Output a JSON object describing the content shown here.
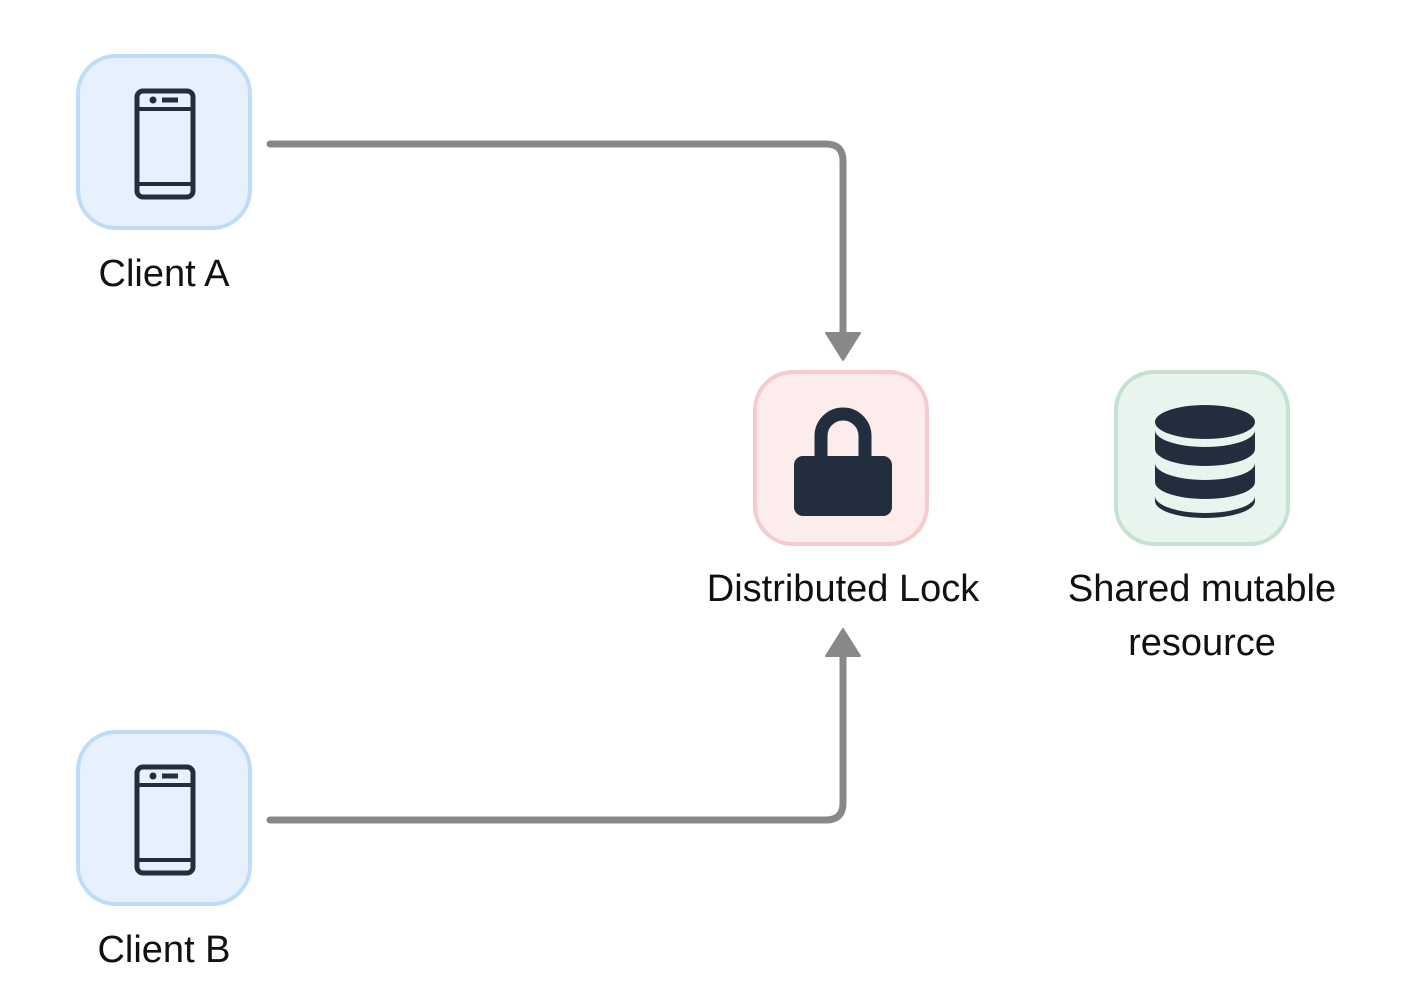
{
  "nodes": {
    "client_a": {
      "label": "Client A",
      "icon": "smartphone-icon",
      "fill": "#e6f1fd",
      "border": "#bcdcf8"
    },
    "client_b": {
      "label": "Client B",
      "icon": "smartphone-icon",
      "fill": "#e6f1fd",
      "border": "#bcdcf8"
    },
    "lock": {
      "label": "Distributed Lock",
      "icon": "lock-icon",
      "fill": "#fcecec",
      "border": "#f4cccc"
    },
    "resource": {
      "label": "Shared mutable\nresource",
      "icon": "database-icon",
      "fill": "#e8f4ee",
      "border": "#c3e2d1"
    }
  },
  "edges": [
    {
      "from": "Client A",
      "to": "Distributed Lock"
    },
    {
      "from": "Client B",
      "to": "Distributed Lock"
    }
  ],
  "colors": {
    "edge": "#888888",
    "icon": "#222e3d"
  }
}
